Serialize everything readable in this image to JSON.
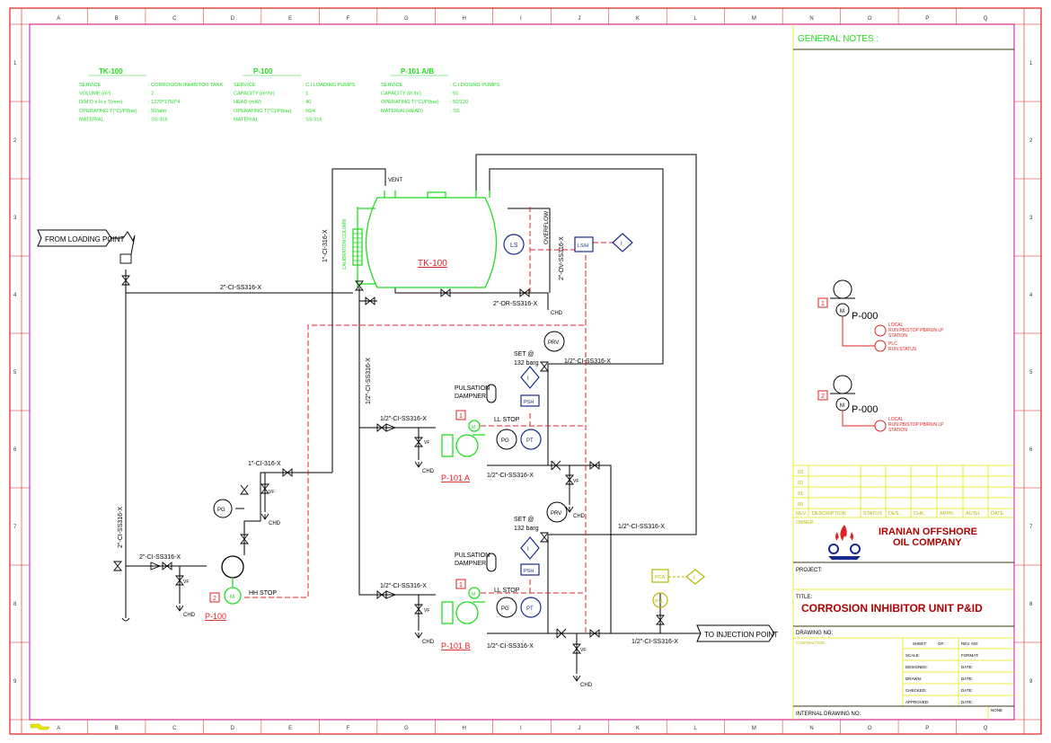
{
  "colors": {
    "process": "#000000",
    "equipment": "#22dd22",
    "signal": "#e02020",
    "titleblock_grid": "#e6e600",
    "border": "#cc33cc",
    "frame": "#e02020",
    "company": "#b00000"
  },
  "grid": {
    "cols": [
      "A",
      "B",
      "C",
      "D",
      "E",
      "F",
      "G",
      "H",
      "I",
      "J",
      "K",
      "L",
      "M",
      "N",
      "O",
      "P",
      "Q"
    ],
    "rows": [
      "1",
      "2",
      "3",
      "4",
      "5",
      "6",
      "7",
      "8",
      "9"
    ]
  },
  "equipment_list": [
    {
      "tag": "TK-100",
      "rows": [
        [
          "SERVICE",
          ": CORROSION INHIBITOR TANK"
        ],
        [
          "VOLUME (m³)",
          ": 2"
        ],
        [
          "DIM D x H x T(mm)",
          ": 1270*1750*4"
        ],
        [
          "OPERATING T(°C)/P(bar)",
          ": 50/atm"
        ],
        [
          "MATERIAL",
          ": SS 316"
        ]
      ]
    },
    {
      "tag": "P-100",
      "rows": [
        [
          "SERVICE",
          ": C.I LOADING PUMPS"
        ],
        [
          "CAPACITY (m³/hr)",
          ": 1"
        ],
        [
          "HEAD (mW)",
          ": 40"
        ],
        [
          "OPERATING T(°C)/P(bar)",
          ": 50/4"
        ],
        [
          "MATERIAL",
          ": SS 316"
        ]
      ]
    },
    {
      "tag": "P-101 A/B",
      "rows": [
        [
          "SERVICE",
          ": C.I DOSING PUMPS"
        ],
        [
          "CAPACITY (lit /hr)",
          ": 50"
        ],
        [
          "OPERATING T(°C)/P(bar)",
          ": 50/120"
        ],
        [
          "MATERIAL(HEAD)",
          ": SS"
        ]
      ]
    }
  ],
  "diagram": {
    "from_loading": "FROM LOADING POINT",
    "to_injection": "TO INJECTION POINT",
    "tank_tag": "TK-100",
    "vent": "VENT",
    "overflow": "OVERFLOW",
    "calibration_column": "CALIBRATION COLUMN",
    "chd": "CHD",
    "vf": "VF",
    "line_2_ss316_top": "2\"-CI-SS316-X",
    "line_1_316_vert": "1\"-CI-316-X",
    "line_2_ov": "2\"-OV-SS316-X",
    "line_2_dr": "2\"-DR-SS316-X",
    "line_half_vert": "1/2\"-CI-SS316-X",
    "line_2_vert_left": "2\"-CI-SS316-X",
    "line_2_p100": "2\"-CI-SS316-X",
    "line_1_p100": "1\"-CI-316-X",
    "line_half_a_in": "1/2\"-CI-SS316-X",
    "line_half_a_out": "1/2\"-CI-SS316-X",
    "line_half_a_prv": "1/2\"-CI-SS316-X",
    "line_half_b_in": "1/2\"-CI-SS316-X",
    "line_half_b_out": "1/2\"-CI-SS316-X",
    "line_half_b_prv": "1/2\"-CI-SS316-X",
    "line_half_inj": "1/2\"-CI-SS316-X",
    "ls": "LS",
    "pg": "PG",
    "pt": "PT",
    "prv": "PRV",
    "psh": "PSH",
    "m": "M",
    "i": "I",
    "lsh": "LS/H",
    "pca": "PCA",
    "psl": "PSL",
    "set_a": "SET @",
    "set_a_val": "132 barg",
    "set_b": "SET @",
    "set_b_val": "132 barg",
    "pulsation": "PULSATION",
    "dampner": "DAMPNER",
    "ll_stop": "LL STOP",
    "hh_stop": "HH STOP",
    "p101a": "P-101 A",
    "p101b": "P-101 B",
    "p100": "P-100",
    "num1": "1",
    "num2": "2"
  },
  "legend": [
    {
      "num": "1",
      "tag": "P-000",
      "notes": [
        "LOCAL",
        "RUN PB/STOP PB/RUN LP",
        "STATION",
        "PLC",
        "RUN STATUS"
      ]
    },
    {
      "num": "2",
      "tag": "P-000",
      "notes": [
        "LOCAL",
        "RUN PB/STOP PB/RUN LP",
        "STATION"
      ]
    }
  ],
  "titleblock": {
    "general_notes": "GENERAL NOTES :",
    "revisions": [
      "03",
      "02",
      "01",
      "00"
    ],
    "rev_headers": [
      "REV.",
      "DESCRIPTION",
      "STATUS",
      "DES.",
      "CHK.",
      "APPR.",
      "AUTH.",
      "DATE"
    ],
    "owner_label": "OWNER:",
    "company_line1": "IRANIAN OFFSHORE",
    "company_line2": "OIL COMPANY",
    "project_label": "PROJECT:",
    "title_label": "TITLE:",
    "title": "CORROSION INHIBITOR UNIT P&ID",
    "drawing_no_label": "DRAWING NO:",
    "contractor_label": "CONTRACTOR:",
    "sheet": "SHEET:",
    "of": "OF:",
    "rev_no": "REV. NO:",
    "fields_left": [
      "SCALE:",
      "DESIGNED:",
      "DRAWN:",
      "CHECKED:",
      "APPROVED:"
    ],
    "fields_right": [
      "FORMAT:",
      "DATE:",
      "DATE:",
      "DATE:",
      "DATE:"
    ],
    "internal": "INTERNAL DRAWING NO:",
    "none": "NONE"
  }
}
